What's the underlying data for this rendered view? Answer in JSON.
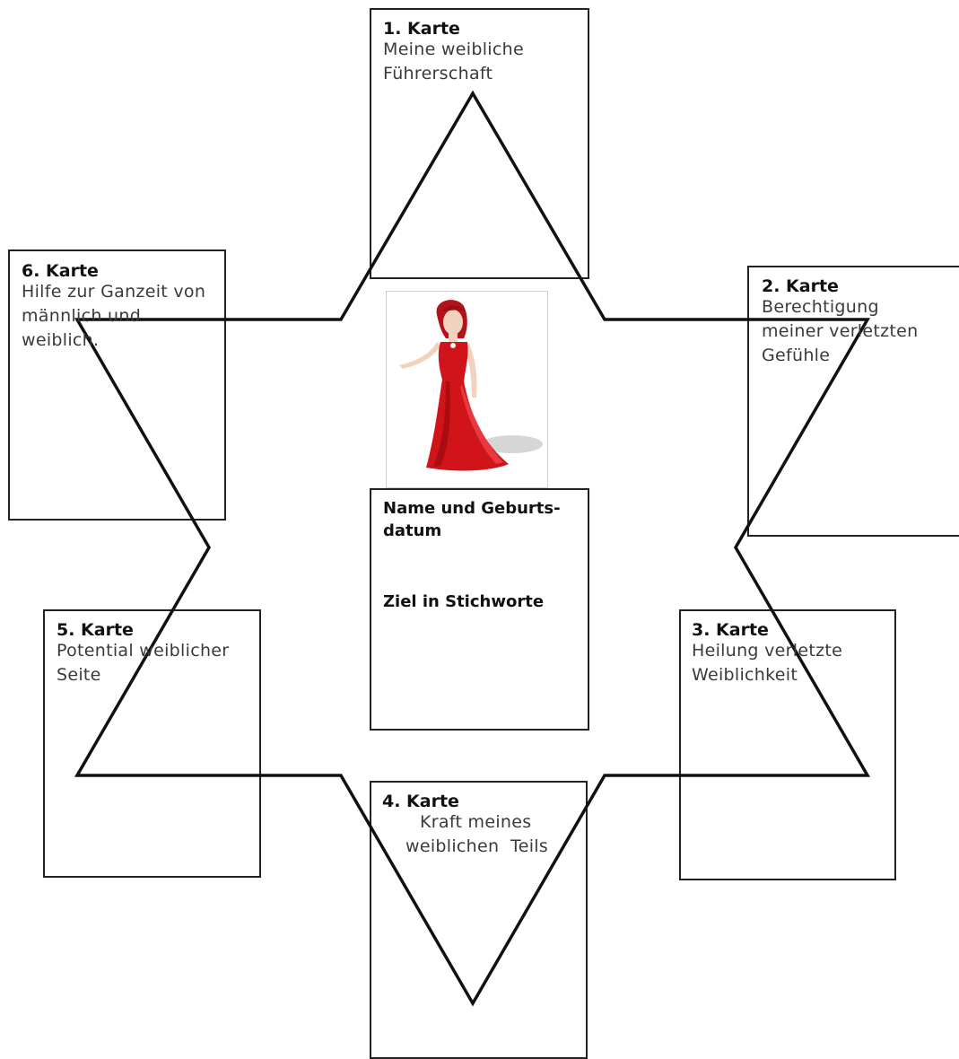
{
  "cards": {
    "c1": {
      "title": "1. Karte",
      "line1": "Meine weibliche",
      "line2": "Führerschaft"
    },
    "c2": {
      "title": "2. Karte",
      "line1": "Berechtigung",
      "line2": "meiner verletzten",
      "line3": "Gefühle"
    },
    "c3": {
      "title": "3. Karte",
      "line1": "Heilung verletzte",
      "line2": "Weiblichkeit"
    },
    "c4": {
      "title": "4. Karte",
      "line1": "Kraft meines",
      "line2": "weiblichen  Teils"
    },
    "c5": {
      "title": "5. Karte",
      "line1": "Potential weiblicher",
      "line2": "Seite"
    },
    "c6": {
      "title": "6. Karte",
      "line1": "Hilfe zur Ganzeit von",
      "line2": "männlich und",
      "line3": "weiblich."
    }
  },
  "center": {
    "name_label_1": "Name und Geburts-",
    "name_label_2": "datum",
    "goal_label": "Ziel in Stichworte"
  },
  "colors": {
    "line": "#111111",
    "dress": "#d0141a",
    "hair": "#b3121a"
  },
  "icons": {
    "figure": "woman-in-red-dress-illustration"
  }
}
